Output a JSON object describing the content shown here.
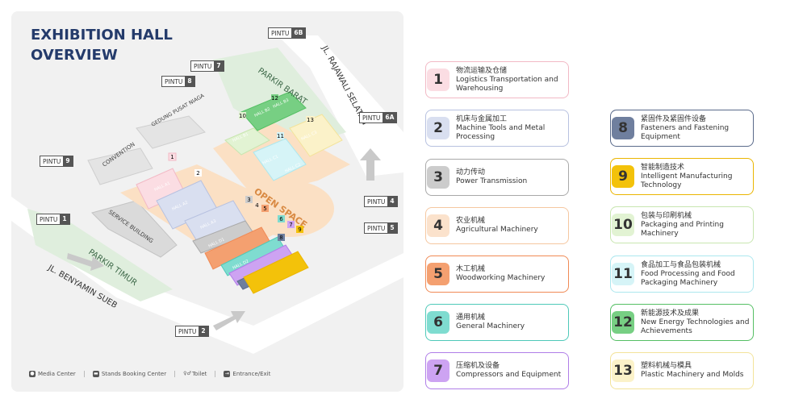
{
  "map": {
    "title_line1": "EXHIBITION HALL",
    "title_line2": "OVERVIEW",
    "gates": [
      {
        "label": "PINTU",
        "num": "6B"
      },
      {
        "label": "PINTU",
        "num": "7"
      },
      {
        "label": "PINTU",
        "num": "8"
      },
      {
        "label": "PINTU",
        "num": "9"
      },
      {
        "label": "PINTU",
        "num": "1"
      },
      {
        "label": "PINTU",
        "num": "6A"
      },
      {
        "label": "PINTU",
        "num": "4"
      },
      {
        "label": "PINTU",
        "num": "5"
      },
      {
        "label": "PINTU",
        "num": "2"
      }
    ],
    "areas": {
      "parkir_barat": "PARKIR BARAT",
      "parkir_timur": "PARKIR TIMUR",
      "road_rajawali": "JL. RAJAWALI SELATAN",
      "road_benyamin": "JL. BENYAMIN SUEB",
      "open_space": "OPEN SPACE",
      "service_building": "SERVICE BUILDING",
      "convention": "CONVENTION",
      "gedung": "GEDUNG PUSAT NIAGA"
    },
    "hall_labels": [
      "HALL A1",
      "HALL A2",
      "HALL A3",
      "HALL D1",
      "HALL D2",
      "HALL B1",
      "HALL B2",
      "HALL B3",
      "HALL C1",
      "HALL C2",
      "HALL C3"
    ],
    "hall_numbers": [
      "1",
      "2",
      "3",
      "4",
      "5",
      "6",
      "7",
      "8",
      "9",
      "10",
      "11",
      "12",
      "13"
    ],
    "legend": [
      {
        "icon": "media-center-icon",
        "label": "Media Center"
      },
      {
        "icon": "stands-booking-icon",
        "label": "Stands Booking Center"
      },
      {
        "icon": "toilet-icon",
        "label": "Toilet"
      },
      {
        "icon": "entrance-exit-icon",
        "label": "Entrance/Exit"
      }
    ]
  },
  "categories": [
    {
      "num": "1",
      "zh": "物流运输及仓储",
      "en": "Logistics Transportation and Warehousing",
      "color": "#fbdde3",
      "border": "#f2b9c5"
    },
    {
      "num": "2",
      "zh": "机床与金属加工",
      "en": "Machine Tools and Metal Processing",
      "color": "#d9dff0",
      "border": "#b7c1e0"
    },
    {
      "num": "3",
      "zh": "动力传动",
      "en": "Power Transmission",
      "color": "#cccccc",
      "border": "#a9a9a9"
    },
    {
      "num": "4",
      "zh": "农业机械",
      "en": "Agricultural Machinery",
      "color": "#fbe2cc",
      "border": "#f5c7a0"
    },
    {
      "num": "5",
      "zh": "木工机械",
      "en": "Woodworking Machinery",
      "color": "#f4a070",
      "border": "#f08a55"
    },
    {
      "num": "6",
      "zh": "通用机械",
      "en": "General Machinery",
      "color": "#7fdcd0",
      "border": "#4fc9b9"
    },
    {
      "num": "7",
      "zh": "压缩机及设备",
      "en": "Compressors and Equipment",
      "color": "#cda3f2",
      "border": "#b07ee8"
    },
    {
      "num": "8",
      "zh": "紧固件及紧固件设备",
      "en": "Fasteners and Fastening Equipment",
      "color": "#6f7f9e",
      "border": "#5a6a8a"
    },
    {
      "num": "9",
      "zh": "智能制造技术",
      "en": "Intelligent Manufacturing Technology",
      "color": "#f3c20a",
      "border": "#eab500"
    },
    {
      "num": "10",
      "zh": "包装与印刷机械",
      "en": "Packaging and Printing Machinery",
      "color": "#e2f3d3",
      "border": "#c8e6b0"
    },
    {
      "num": "11",
      "zh": "食品加工与食品包装机械",
      "en": "Food Processing and Food Packaging Machinery",
      "color": "#d6f4f7",
      "border": "#ace7ee"
    },
    {
      "num": "12",
      "zh": "新能源技术及成果",
      "en": "New Energy Technologies and Achievements",
      "color": "#77cf83",
      "border": "#55bf64"
    },
    {
      "num": "13",
      "zh": "塑料机械与模具",
      "en": "Plastic Machinery and Molds",
      "color": "#fbf2c9",
      "border": "#f3e39a"
    }
  ]
}
